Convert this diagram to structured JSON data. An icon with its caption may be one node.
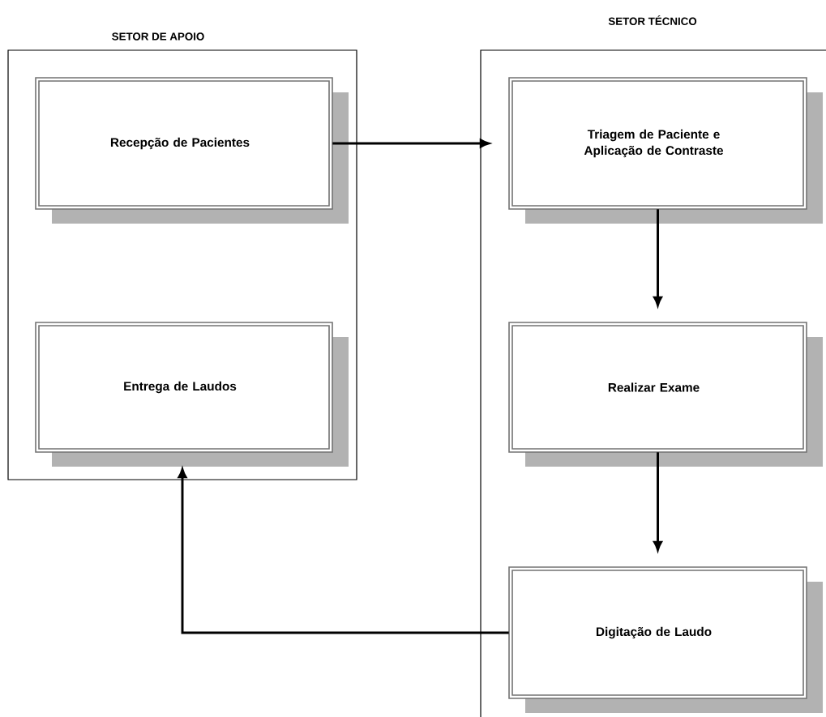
{
  "diagram": {
    "nodes": [
      {
        "text": [
          "SETOR DE APOIO"
        ]
      },
      {
        "text": [
          "Recepção de Pacientes"
        ],
        "in": 0
      },
      {
        "text": [
          "Entrega de Laudos"
        ],
        "in": 0
      },
      {
        "text": [
          "SETOR TÉCNICO"
        ]
      },
      {
        "text": [
          "Triagem de Paciente e Aplicação de Contraste"
        ],
        "in": 3
      },
      {
        "text": [
          "Realizar Exame"
        ],
        "in": 3
      },
      {
        "text": [
          "Digitação de Laudo"
        ],
        "in": 3
      }
    ],
    "edges": [
      {
        "from": 1,
        "to": 4,
        "arrow": "to"
      },
      {
        "from": 4,
        "to": 5,
        "arrow": "to"
      },
      {
        "from": 5,
        "to": 6,
        "arrow": "to"
      },
      {
        "from": 6,
        "to": 2,
        "arrow": "to"
      }
    ]
  }
}
